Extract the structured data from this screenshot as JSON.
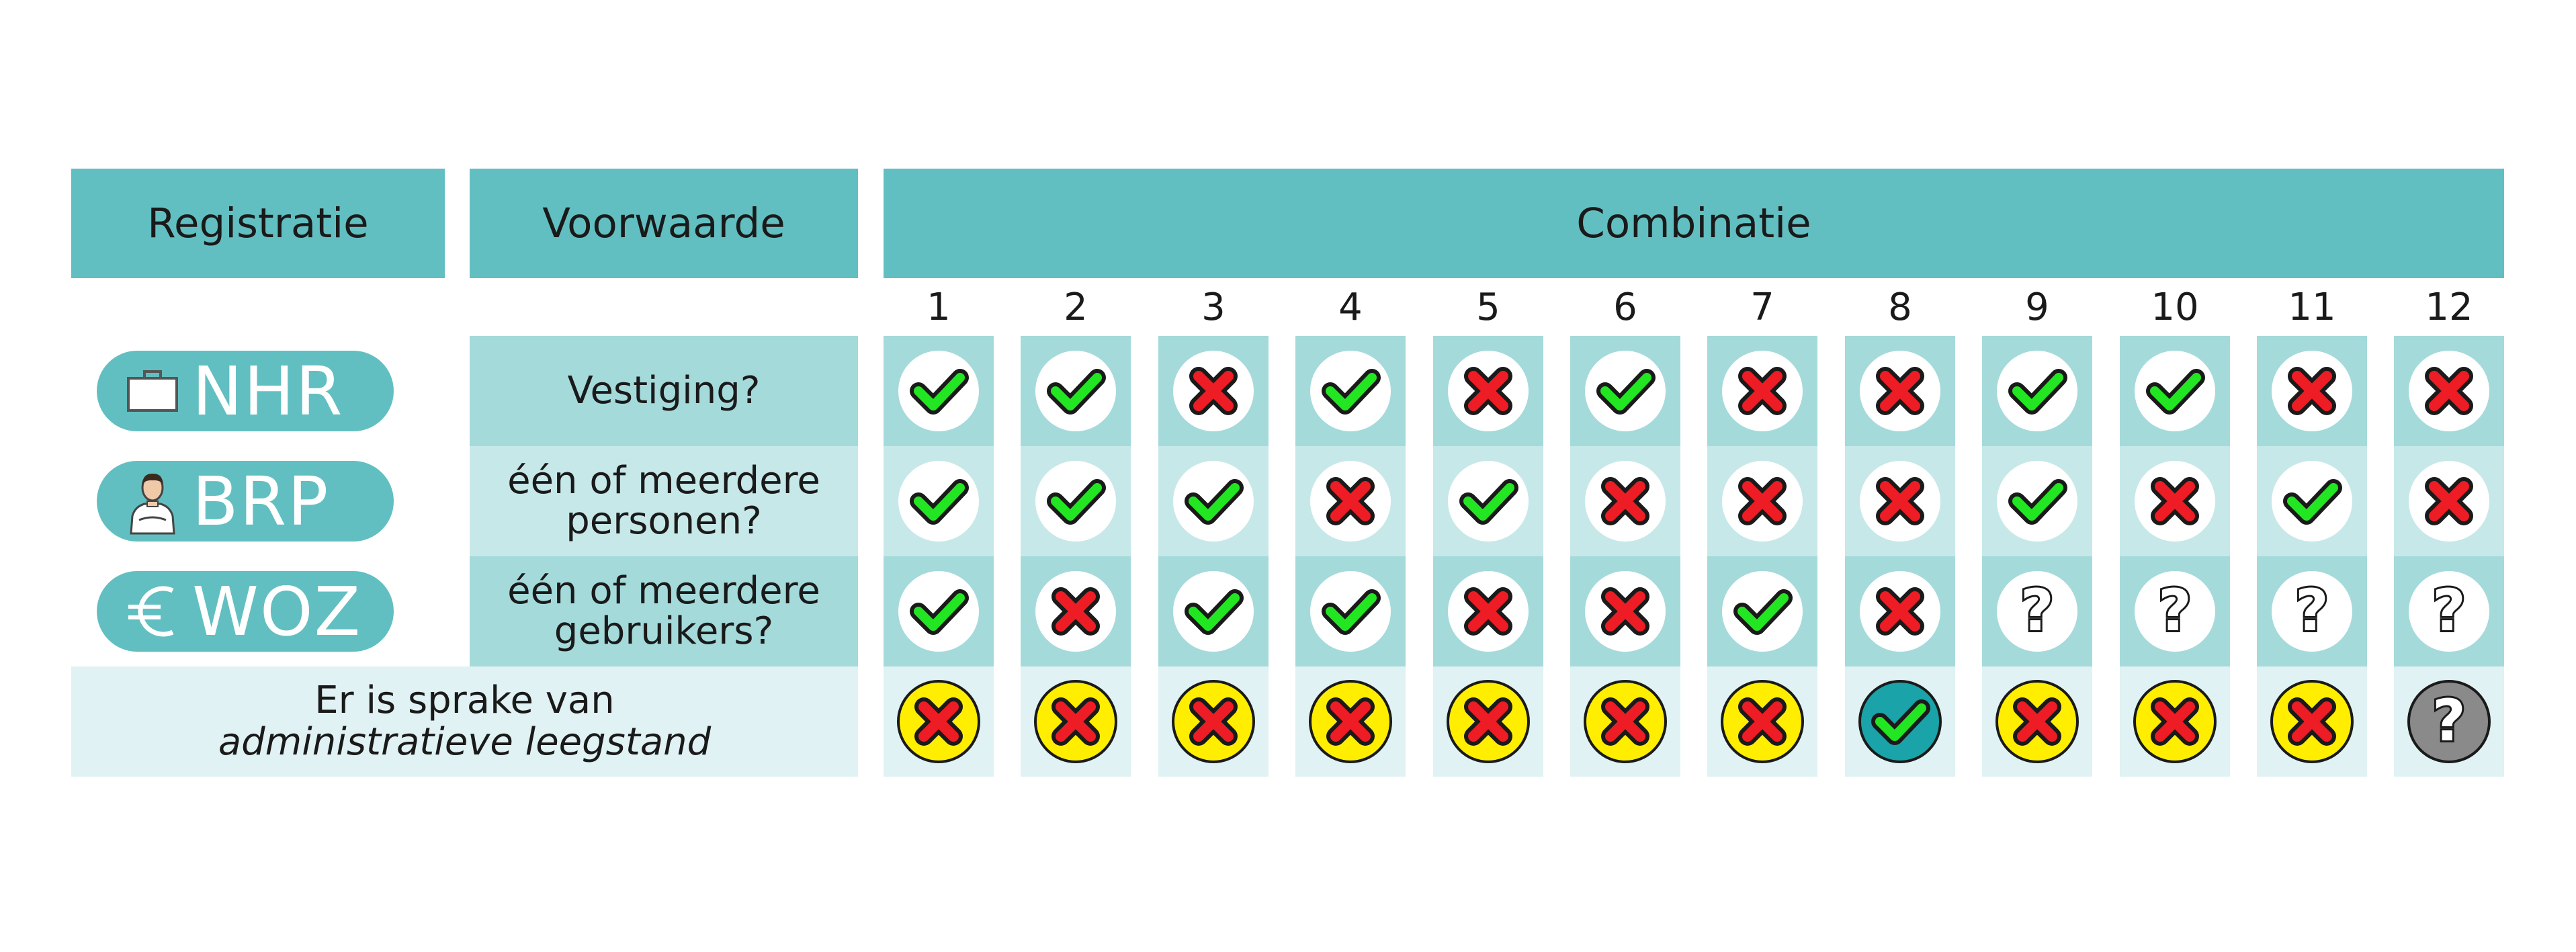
{
  "headers": {
    "registratie": "Registratie",
    "voorwaarde": "Voorwaarde",
    "combinatie": "Combinatie"
  },
  "columns": [
    "1",
    "2",
    "3",
    "4",
    "5",
    "6",
    "7",
    "8",
    "9",
    "10",
    "11",
    "12"
  ],
  "registrations": [
    {
      "label": "NHR",
      "icon": "briefcase-icon"
    },
    {
      "label": "BRP",
      "icon": "person-icon"
    },
    {
      "label": "WOZ",
      "icon": "euro-icon"
    }
  ],
  "conditions": [
    {
      "line1": "Vestiging?",
      "line2": ""
    },
    {
      "line1": "één of meerdere",
      "line2": "personen?"
    },
    {
      "line1": "één of meerdere",
      "line2": "gebruikers?"
    }
  ],
  "result": {
    "line1": "Er is sprake van",
    "line2": "administratieve leegstand"
  },
  "matrix": {
    "NHR": [
      "yes",
      "yes",
      "no",
      "yes",
      "no",
      "yes",
      "no",
      "no",
      "yes",
      "yes",
      "no",
      "no"
    ],
    "BRP": [
      "yes",
      "yes",
      "yes",
      "no",
      "yes",
      "no",
      "no",
      "no",
      "yes",
      "no",
      "yes",
      "no"
    ],
    "WOZ": [
      "yes",
      "no",
      "yes",
      "yes",
      "no",
      "no",
      "yes",
      "no",
      "unknown",
      "unknown",
      "unknown",
      "unknown"
    ],
    "result": [
      "no",
      "no",
      "no",
      "no",
      "no",
      "no",
      "no",
      "yes",
      "no",
      "no",
      "no",
      "unknown"
    ]
  },
  "colors": {
    "header": "#62bfc1",
    "row_dark": "#a5dadb",
    "row_light": "#c7e8e9",
    "row_result": "#e0f2f3",
    "check": "#22e622",
    "cross": "#ee1c24",
    "result_no_bg": "#ffee00",
    "result_yes_bg": "#1aa3a8",
    "result_unknown_bg": "#8a8a8a"
  }
}
